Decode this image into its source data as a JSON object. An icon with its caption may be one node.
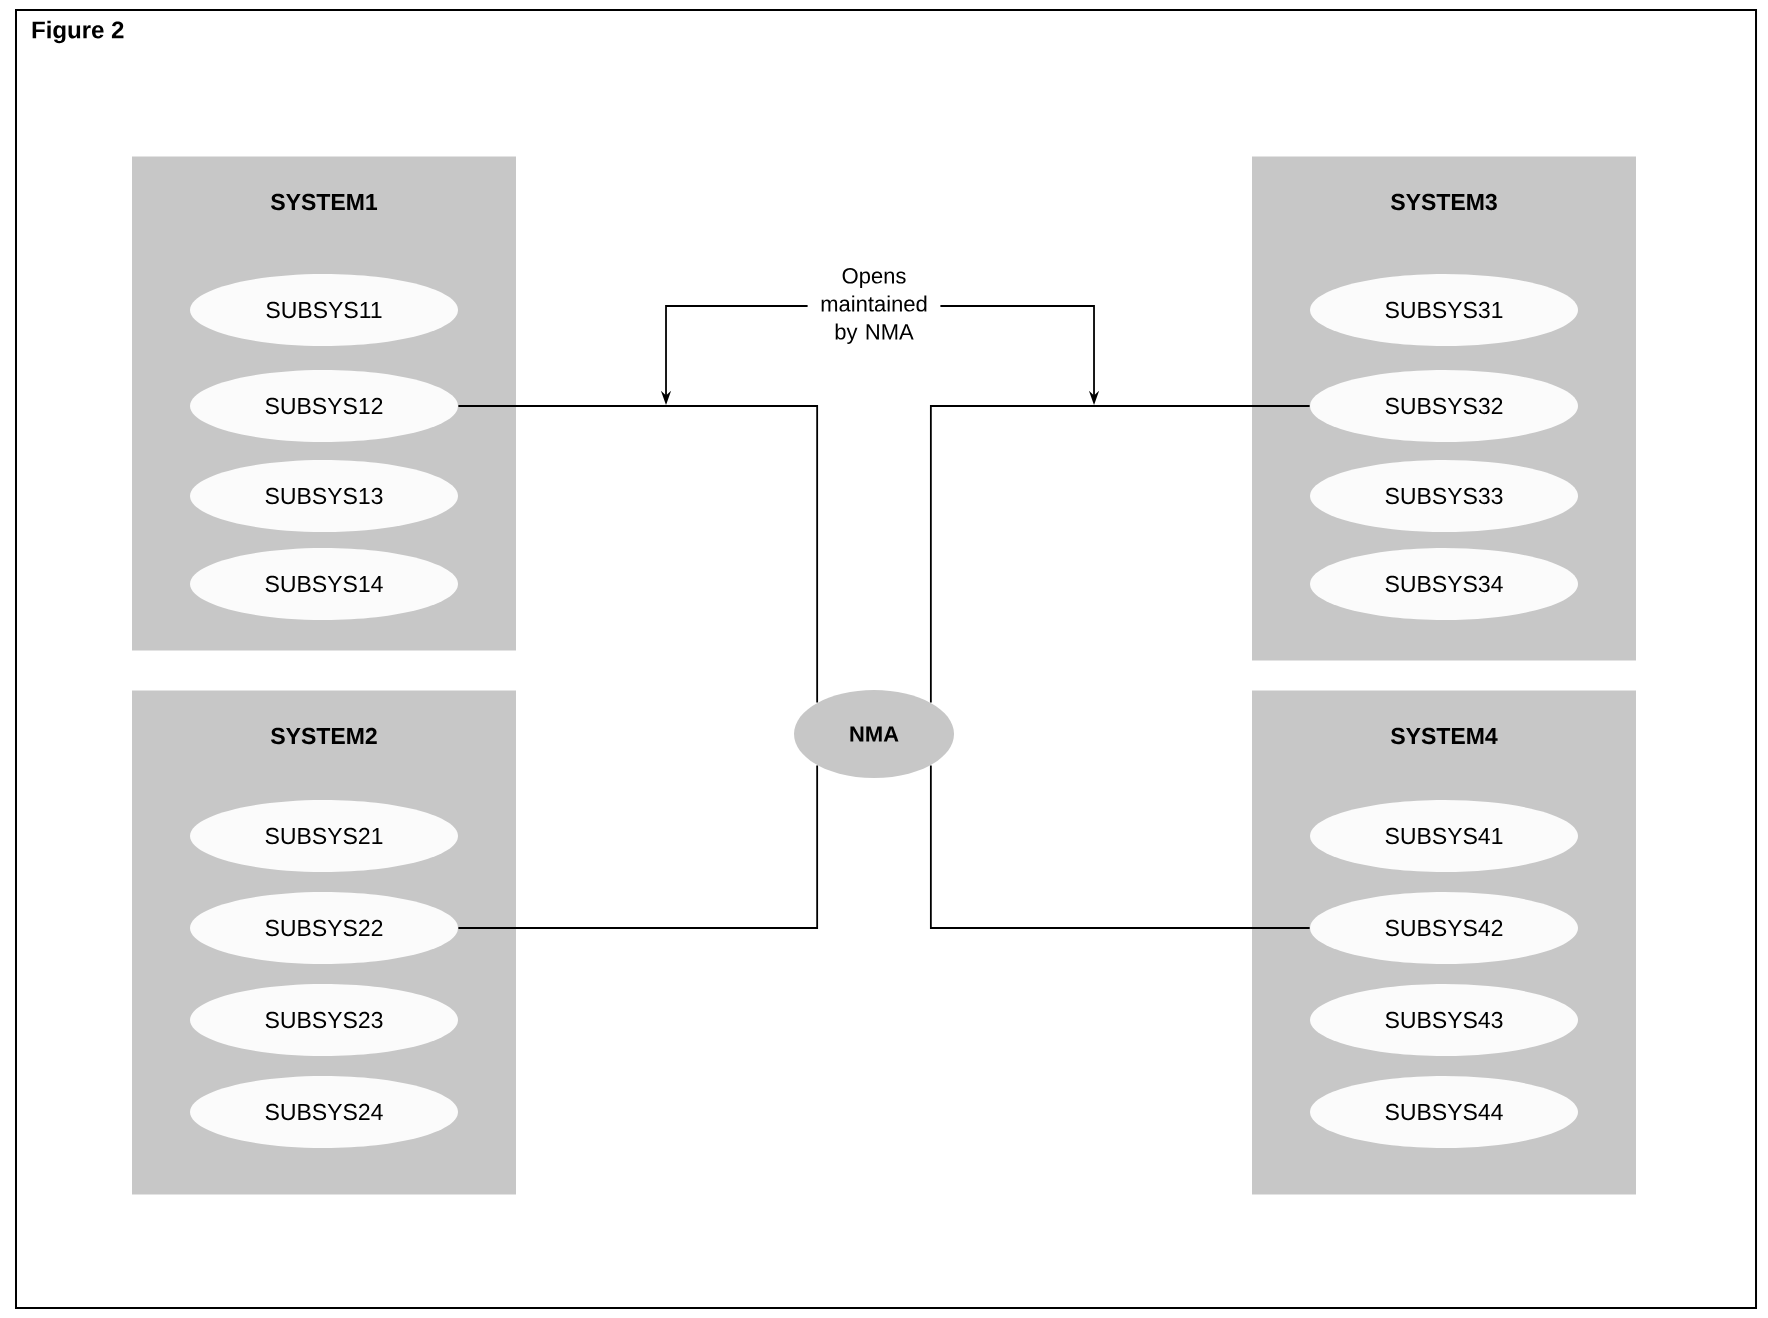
{
  "diagram": {
    "title": "Figure 2",
    "nodes": [
      {
        "text": [
          "SYSTEM1"
        ]
      },
      {
        "text": [
          "SUBSYS11"
        ],
        "in": 0
      },
      {
        "text": [
          "SUBSYS12"
        ],
        "in": 0
      },
      {
        "text": [
          "SUBSYS13"
        ],
        "in": 0
      },
      {
        "text": [
          "SUBSYS14"
        ],
        "in": 0
      },
      {
        "text": [
          "SYSTEM2"
        ]
      },
      {
        "text": [
          "SUBSYS21"
        ],
        "in": 5
      },
      {
        "text": [
          "SUBSYS22"
        ],
        "in": 5
      },
      {
        "text": [
          "SUBSYS23"
        ],
        "in": 5
      },
      {
        "text": [
          "SUBSYS24"
        ],
        "in": 5
      },
      {
        "text": [
          "Opens maintained by NMA"
        ]
      },
      {
        "text": [
          "NMA"
        ]
      },
      {
        "text": [
          "SYSTEM3"
        ]
      },
      {
        "text": [
          "SUBSYS31"
        ],
        "in": 12
      },
      {
        "text": [
          "SUBSYS32"
        ],
        "in": 12
      },
      {
        "text": [
          "SUBSYS33"
        ],
        "in": 12
      },
      {
        "text": [
          "SUBSYS34"
        ],
        "in": 12
      },
      {
        "text": [
          "SYSTEM4"
        ]
      },
      {
        "text": [
          "SUBSYS41"
        ],
        "in": 17
      },
      {
        "text": [
          "SUBSYS42"
        ],
        "in": 17
      },
      {
        "text": [
          "SUBSYS43"
        ],
        "in": 17
      },
      {
        "text": [
          "SUBSYS44"
        ],
        "in": 17
      }
    ],
    "edges": [
      {
        "from": 2,
        "to": 11,
        "arrow": "none"
      },
      {
        "from": 7,
        "to": 11,
        "arrow": "none"
      },
      {
        "from": 14,
        "to": 11,
        "arrow": "none"
      },
      {
        "from": 19,
        "to": 11,
        "arrow": "none"
      },
      {
        "from": 10,
        "to": null,
        "arrow": "to"
      },
      {
        "from": 10,
        "to": null,
        "arrow": "to"
      }
    ]
  }
}
